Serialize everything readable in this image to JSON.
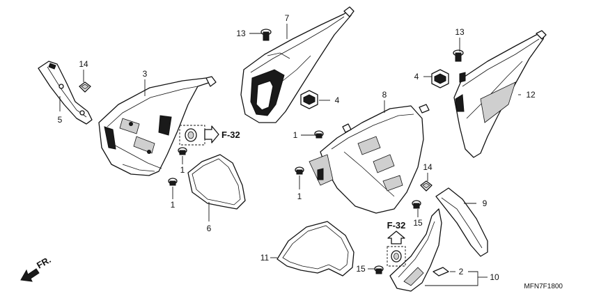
{
  "labels": {
    "l1a": "1",
    "l1b": "1",
    "l1c": "1",
    "l1d": "1",
    "l2": "2",
    "l3": "3",
    "l4a": "4",
    "l4b": "4",
    "l5": "5",
    "l6": "6",
    "l7": "7",
    "l8": "8",
    "l9": "9",
    "l10": "10",
    "l11": "11",
    "l12": "12",
    "l13a": "13",
    "l13b": "13",
    "l14a": "14",
    "l14b": "14",
    "l15a": "15",
    "l15b": "15"
  },
  "refs": {
    "f32_right": "F-32",
    "f32_up": "F-32"
  },
  "direction": {
    "label": "FR."
  },
  "diagram_code": "MFN7F1800"
}
